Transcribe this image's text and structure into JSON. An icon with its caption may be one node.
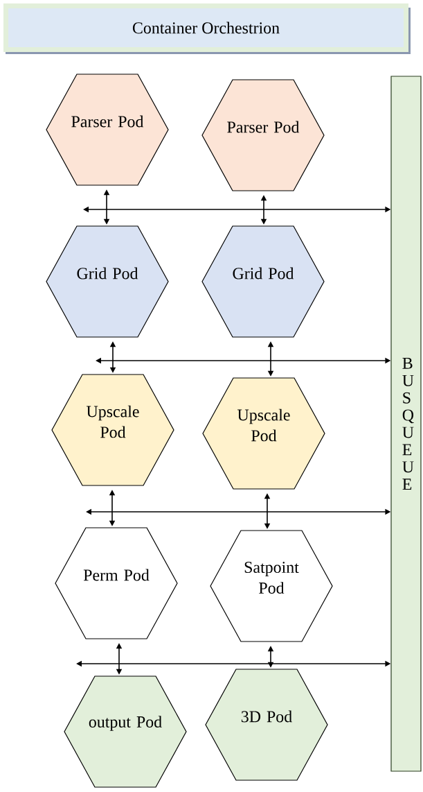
{
  "diagram": {
    "nodes": [
      {
        "text": [
          "Container Orchestrion"
        ]
      },
      {
        "text": [
          "Parser Pod"
        ]
      },
      {
        "text": [
          "Parser Pod"
        ]
      },
      {
        "text": [
          "Grid Pod"
        ]
      },
      {
        "text": [
          "Grid Pod"
        ]
      },
      {
        "text": [
          "Upscale Pod"
        ]
      },
      {
        "text": [
          "Upscale Pod"
        ]
      },
      {
        "text": [
          "Perm Pod"
        ]
      },
      {
        "text": [
          "Satpoint Pod"
        ]
      },
      {
        "text": [
          "output Pod"
        ]
      },
      {
        "text": [
          "3D Pod"
        ]
      },
      {
        "text": [
          "BUS QUEUE"
        ]
      }
    ],
    "edges": [
      {
        "from": null,
        "to": 11,
        "arrow": "both"
      },
      {
        "from": 1,
        "to": 3,
        "arrow": "both"
      },
      {
        "from": 2,
        "to": 4,
        "arrow": "both"
      },
      {
        "from": null,
        "to": 11,
        "arrow": "both"
      },
      {
        "from": 3,
        "to": 5,
        "arrow": "both"
      },
      {
        "from": 4,
        "to": 6,
        "arrow": "both"
      },
      {
        "from": null,
        "to": 11,
        "arrow": "both"
      },
      {
        "from": 5,
        "to": 7,
        "arrow": "both"
      },
      {
        "from": 6,
        "to": 8,
        "arrow": "both"
      },
      {
        "from": null,
        "to": 11,
        "arrow": "both"
      },
      {
        "from": 7,
        "to": 9,
        "arrow": "both"
      },
      {
        "from": 8,
        "to": 10,
        "arrow": "both"
      }
    ]
  }
}
